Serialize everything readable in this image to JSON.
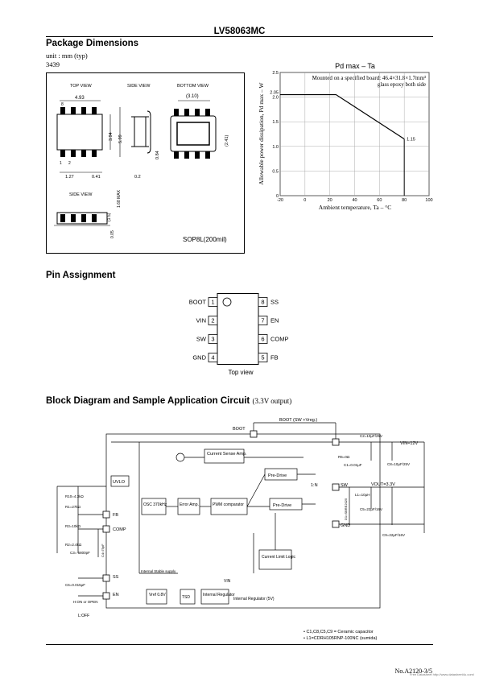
{
  "header": {
    "title": "LV58063MC"
  },
  "package": {
    "heading": "Package Dimensions",
    "unit": "unit : mm (typ)",
    "code": "3439",
    "views": {
      "top": "TOP VIEW",
      "side": "SIDE VIEW",
      "bottom": "BOTTOM VIEW",
      "side2": "SIDE VIEW"
    },
    "dims": {
      "d493": "4.93",
      "d394": "3.94",
      "d599": "5.99",
      "d127": "1.27",
      "d041": "0.41",
      "d02": "0.2",
      "d084": "0.84",
      "d310": "(3.10)",
      "d241": "(2.41)",
      "d168": "1.68 MAX",
      "d15": "(1.5)",
      "d005": "0.05",
      "pin8": "8",
      "pin1": "1",
      "pin2": "2"
    },
    "name": "SOP8L(200mil)"
  },
  "chart_data": {
    "type": "line",
    "title": "Pd max – Ta",
    "annotation_1": "Mounted on a specified board: 46.4×31.8×1.7mm³",
    "annotation_2": "glass epoxy both side",
    "xlabel": "Ambient temperature,  Ta – °C",
    "ylabel": "Allowable power dissipation,  Pd max – W",
    "xlim": [
      -20,
      100
    ],
    "ylim": [
      0,
      2.5
    ],
    "xticks": [
      "-20",
      "0",
      "20",
      "40",
      "60",
      "80",
      "100"
    ],
    "yticks": [
      "0",
      "0.5",
      "1.0",
      "1.5",
      "2.0",
      "2.05",
      "2.5"
    ],
    "grid": true,
    "series": [
      {
        "x": [
          -20,
          25,
          80
        ],
        "y": [
          2.05,
          2.05,
          1.15
        ]
      }
    ],
    "point_label": "1.15"
  },
  "pins": {
    "heading": "Pin Assignment",
    "left": [
      {
        "num": "1",
        "name": "BOOT"
      },
      {
        "num": "2",
        "name": "VIN"
      },
      {
        "num": "3",
        "name": "SW"
      },
      {
        "num": "4",
        "name": "GND"
      }
    ],
    "right": [
      {
        "num": "8",
        "name": "SS"
      },
      {
        "num": "7",
        "name": "EN"
      },
      {
        "num": "6",
        "name": "COMP"
      },
      {
        "num": "5",
        "name": "FB"
      }
    ],
    "caption": "Top view"
  },
  "block": {
    "heading": "Block Diagram and Sample Application Circuit",
    "subheading": "(3.3V output)",
    "labels": {
      "boot_top": "BOOT (SW +Vreg.)",
      "boot": "BOOT",
      "c2": "C2=10μF/25V",
      "vin": "VIN=12V",
      "c8": "C8=10μF/25V",
      "r5": "R5=0Ω",
      "c1": "C1=0.01μF",
      "sw": "SW",
      "l1": "L1=10μH",
      "vout": "VOUT=3.3V",
      "gnd": "GND",
      "c5": "C5=22μF/16V",
      "c9": "C9=22μF/16V",
      "d1": "D1=SBRE2025",
      "cs": "Current Sense Amp.",
      "uvlo": "UVLO",
      "predrive1": "Pre-Drive",
      "predrive2": "Pre-Drive",
      "ratio": "1:N",
      "osc": "OSC 370kHz",
      "erramp": "Error Amp.",
      "pwm": "PWM comparator",
      "climit": "Current Limit Logic",
      "r1": "R1=27kΩ",
      "r10": "R10=4.3kΩ",
      "r3": "R3=10kΩ",
      "r2": "R2=2.4kΩ",
      "c3": "C3= 6800pF",
      "c4": "C4=75pF",
      "fb": "FB",
      "comp": "COMP",
      "ss": "SS",
      "en": "EN",
      "c6": "C6=0.015μF",
      "hion": "H:ON or OPEN",
      "loff": "L:OFF",
      "stable": "Internal Stable supply",
      "vref": "Vref 0.8V",
      "tsd": "TSD",
      "intreg": "Internal Regulator",
      "vin_int": "VIN",
      "intreg5": "Internal Regulator (5V)"
    },
    "notes": [
      "• C1,C8,C5,C9 = Ceramic capacitor",
      "• L1=CDRH105RNP-100NC (sumida)"
    ]
  },
  "footer": {
    "page": "No.A2120-3/5",
    "watermark": "Free Datasheet http://www.datasheet4u.com/"
  }
}
